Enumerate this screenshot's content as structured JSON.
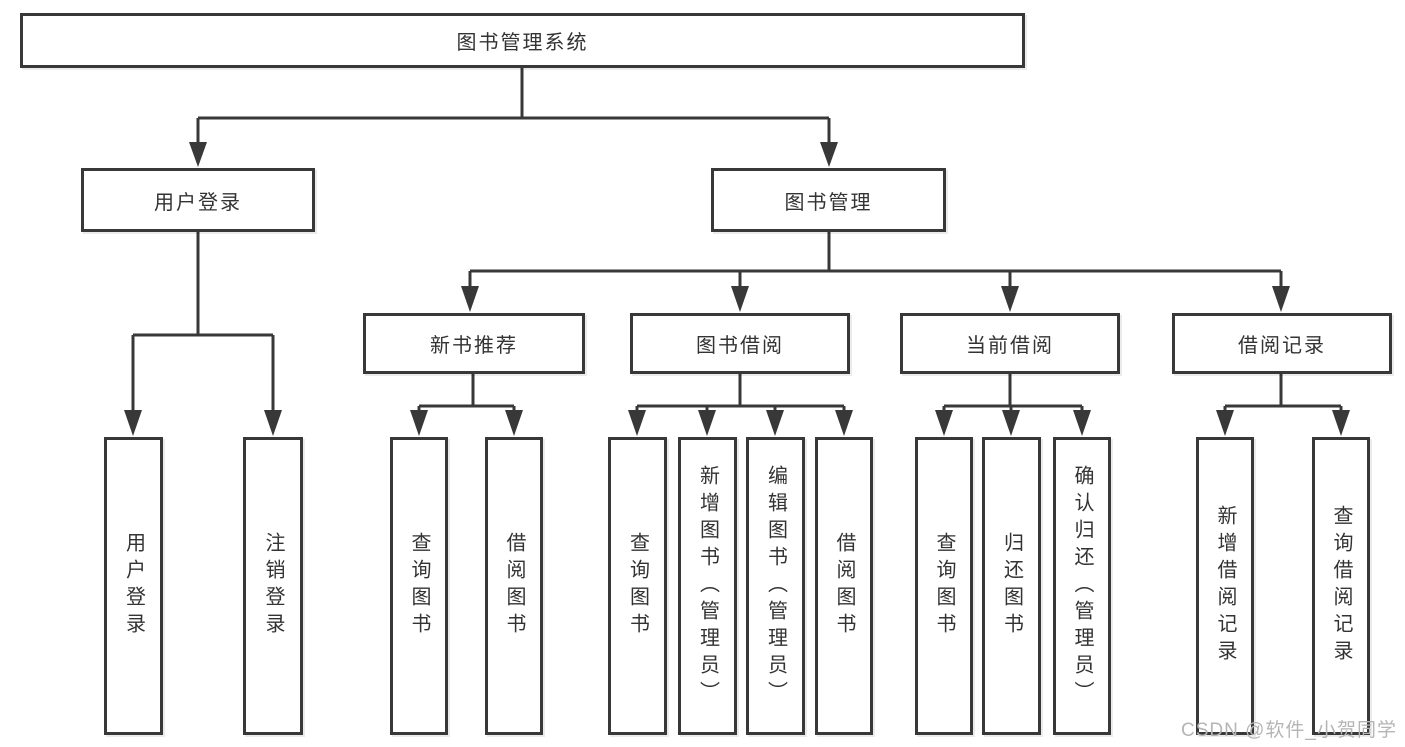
{
  "diagram": {
    "title": "图书管理系统",
    "level2": {
      "user_login": "用户登录",
      "book_management": "图书管理"
    },
    "level3": {
      "new_books": "新书推荐",
      "book_borrow": "图书借阅",
      "current_borrow": "当前借阅",
      "borrow_records": "借阅记录"
    },
    "leaves": {
      "login": "用户登录",
      "logout": "注销登录",
      "nb_query": "查询图书",
      "nb_borrow": "借阅图书",
      "bb_query": "查询图书",
      "bb_add": "新增图书（管理员）",
      "bb_edit": "编辑图书（管理员）",
      "bb_borrow": "借阅图书",
      "cb_query": "查询图书",
      "cb_return": "归还图书",
      "cb_confirm": "确认归还（管理员）",
      "br_add": "新增借阅记录",
      "br_query": "查询借阅记录"
    }
  },
  "watermark": "CSDN @软件_小贺同学",
  "colors": {
    "line": "#383838",
    "text": "#333333",
    "watermark_gray": "#b5b5b5",
    "background": "#ffffff"
  }
}
